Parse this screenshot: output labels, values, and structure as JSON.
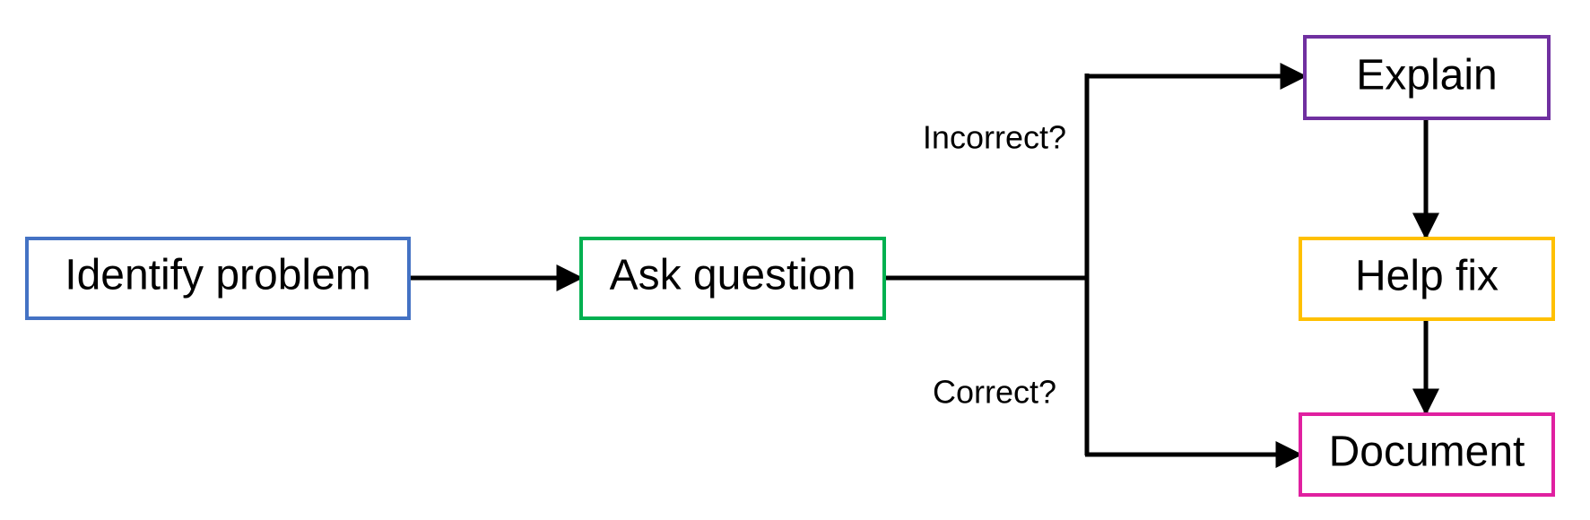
{
  "diagram": {
    "nodes": {
      "identify": {
        "label": "Identify problem",
        "border_color": "#4472C4"
      },
      "ask": {
        "label": "Ask question",
        "border_color": "#00B050"
      },
      "explain": {
        "label": "Explain",
        "border_color": "#7030A0"
      },
      "help": {
        "label": "Help fix",
        "border_color": "#FFC000"
      },
      "document": {
        "label": "Document",
        "border_color": "#E020A0"
      }
    },
    "edges": {
      "incorrect": {
        "label": "Incorrect?"
      },
      "correct": {
        "label": "Correct?"
      }
    }
  }
}
